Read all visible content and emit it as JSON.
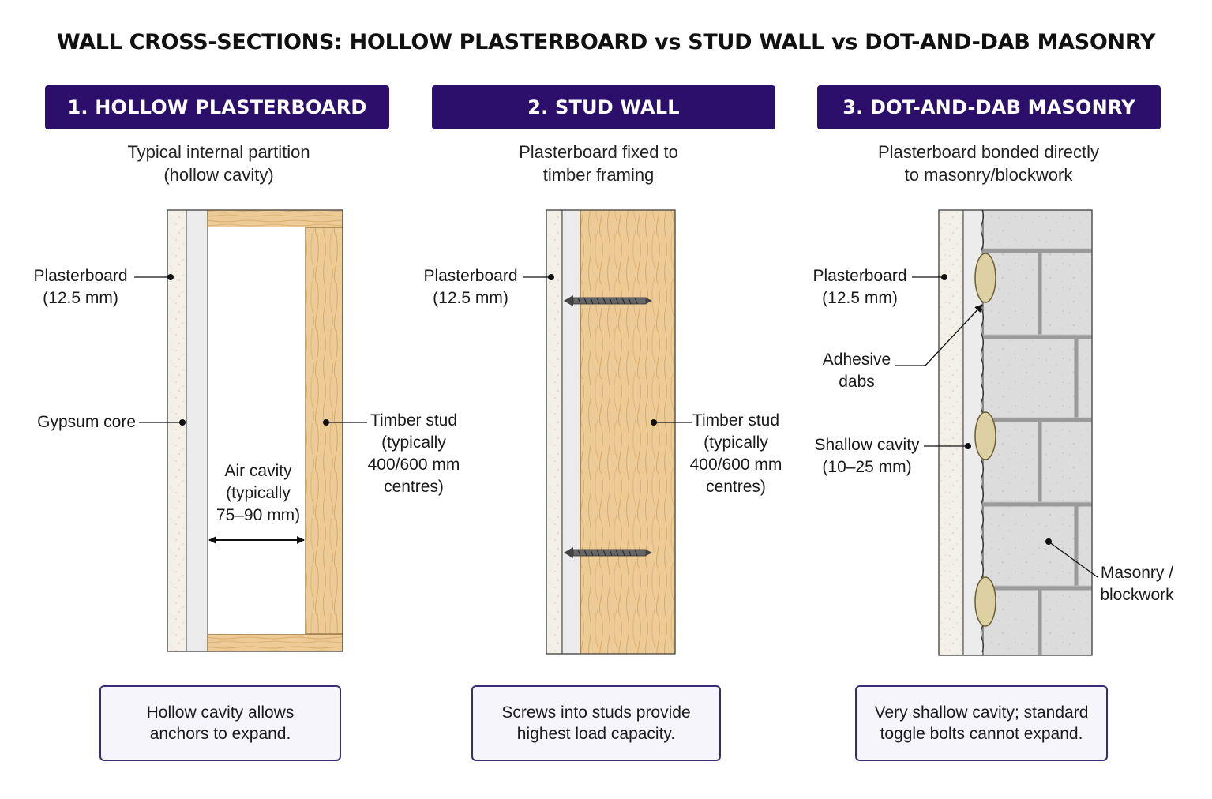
{
  "title": "WALL CROSS-SECTIONS: HOLLOW PLASTERBOARD vs STUD WALL vs DOT-AND-DAB MASONRY",
  "colors": {
    "banner": "#2b0f6b",
    "timber": "#eccb96",
    "masonry": "#dcdcdc",
    "plasterboard": "#f3f0e8",
    "adhesive": "#ddd0a2",
    "note_border": "#3b2a7a"
  },
  "panels": [
    {
      "heading": "1. HOLLOW PLASTERBOARD",
      "subtitle": [
        "Typical internal partition",
        "(hollow cavity)"
      ],
      "labels": {
        "plasterboard": [
          "Plasterboard",
          "(12.5 mm)"
        ],
        "gypsum": [
          "Gypsum core"
        ],
        "air_cavity": [
          "Air cavity",
          "(typically",
          "75–90 mm)"
        ],
        "timber_stud": [
          "Timber stud",
          "(typically",
          "400/600 mm",
          "centres)"
        ]
      },
      "note": [
        "Hollow cavity allows",
        "anchors to expand."
      ]
    },
    {
      "heading": "2. STUD WALL",
      "subtitle": [
        "Plasterboard fixed to",
        "timber framing"
      ],
      "labels": {
        "plasterboard": [
          "Plasterboard",
          "(12.5 mm)"
        ],
        "timber_stud": [
          "Timber stud",
          "(typically",
          "400/600 mm",
          "centres)"
        ]
      },
      "note": [
        "Screws into studs provide",
        "highest load capacity."
      ]
    },
    {
      "heading": "3. DOT-AND-DAB MASONRY",
      "subtitle": [
        "Plasterboard bonded directly",
        "to masonry/blockwork"
      ],
      "labels": {
        "plasterboard": [
          "Plasterboard",
          "(12.5 mm)"
        ],
        "adhesive": [
          "Adhesive",
          "dabs"
        ],
        "shallow_cavity": [
          "Shallow cavity",
          "(10–25 mm)"
        ],
        "masonry": [
          "Masonry /",
          "blockwork"
        ]
      },
      "note": [
        "Very shallow cavity; standard",
        "toggle bolts cannot expand."
      ]
    }
  ]
}
